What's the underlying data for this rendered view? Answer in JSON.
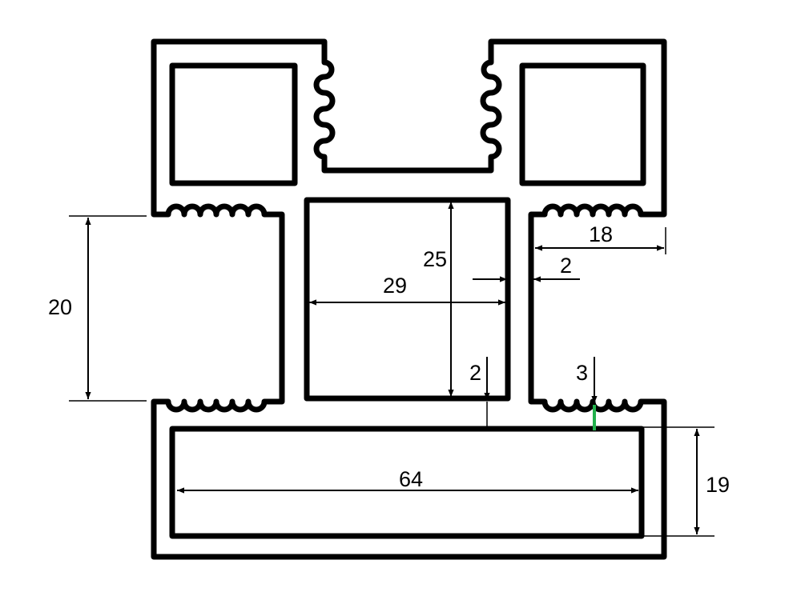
{
  "dimensions": {
    "d20": "20",
    "d18": "18",
    "d2_wall": "2",
    "d25": "25",
    "d29": "29",
    "d2_floor": "2",
    "d3": "3",
    "d64": "64",
    "d19": "19"
  },
  "colors": {
    "outline": "#000000",
    "highlight": "#22b14c"
  }
}
